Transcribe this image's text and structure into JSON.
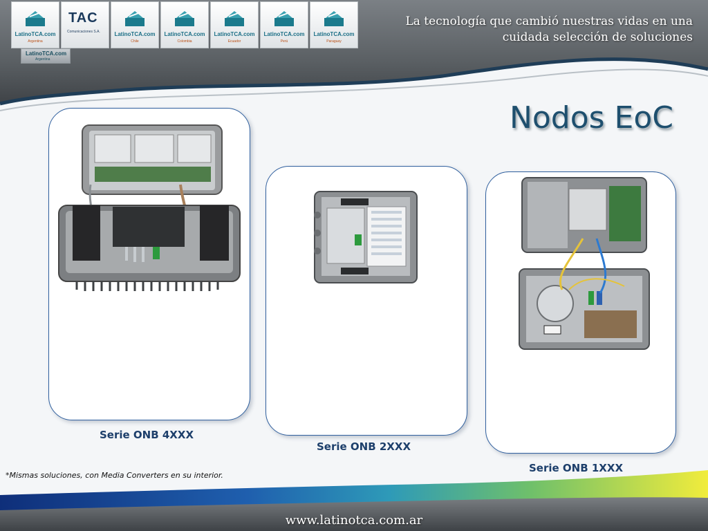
{
  "header": {
    "tagline_line1": "La tecnología que cambió nuestras vidas en una",
    "tagline_line2": "cuidada selección de soluciones",
    "logos": [
      {
        "brand": "LatinoTCA.com",
        "sub": "Argentina"
      },
      {
        "brand": "TAC",
        "sub": "Comunicaciones S.A."
      },
      {
        "brand": "LatinoTCA.com",
        "sub": "Chile"
      },
      {
        "brand": "LatinoTCA.com",
        "sub": "Colombia"
      },
      {
        "brand": "LatinoTCA.com",
        "sub": "Ecuador"
      },
      {
        "brand": "LatinoTCA.com",
        "sub": "Perú"
      },
      {
        "brand": "LatinoTCA.com",
        "sub": "Paraguay"
      }
    ],
    "logo_small": {
      "brand": "LatinoTCA.com",
      "sub": "Argentina"
    }
  },
  "title": "Nodos EoC",
  "products": [
    {
      "caption": "Serie ONB 4XXX"
    },
    {
      "caption": "Serie ONB 2XXX"
    },
    {
      "caption": "Serie ONB 1XXX"
    }
  ],
  "note": "*Mismas soluciones, con Media Converters en su interior.",
  "footer": {
    "website": "www.latinotca.com.ar"
  },
  "colors": {
    "title": "#1e4f6e",
    "caption": "#1d3f6b",
    "card_border": "#2f5f9e",
    "header_band": "#5f6468"
  }
}
